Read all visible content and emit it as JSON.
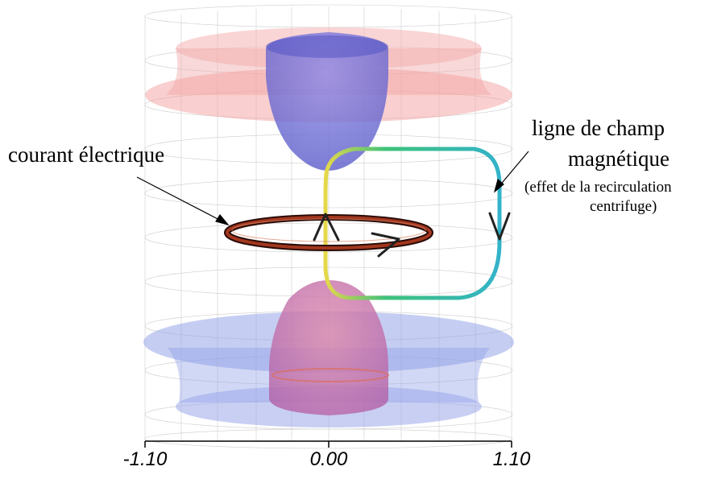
{
  "labels": {
    "current": "courant électrique",
    "field_line_1": "ligne de champ",
    "field_line_2": "magnétique",
    "note_1": "(effet de la recirculation",
    "note_2": "centrifuge)"
  },
  "axis": {
    "ticks": [
      "-1.10",
      "0.00",
      "1.10"
    ]
  },
  "colors": {
    "upper_disk": "#f4a0a0",
    "lower_disk": "#8c9ee6",
    "upper_lobe": "#6a6ad6",
    "lower_lobe": "#c86fae",
    "current_ring": "#7a1e10",
    "field_line_start": "#e5d84a",
    "field_line_mid": "#3cc27a",
    "field_line_end": "#33b3c9"
  }
}
